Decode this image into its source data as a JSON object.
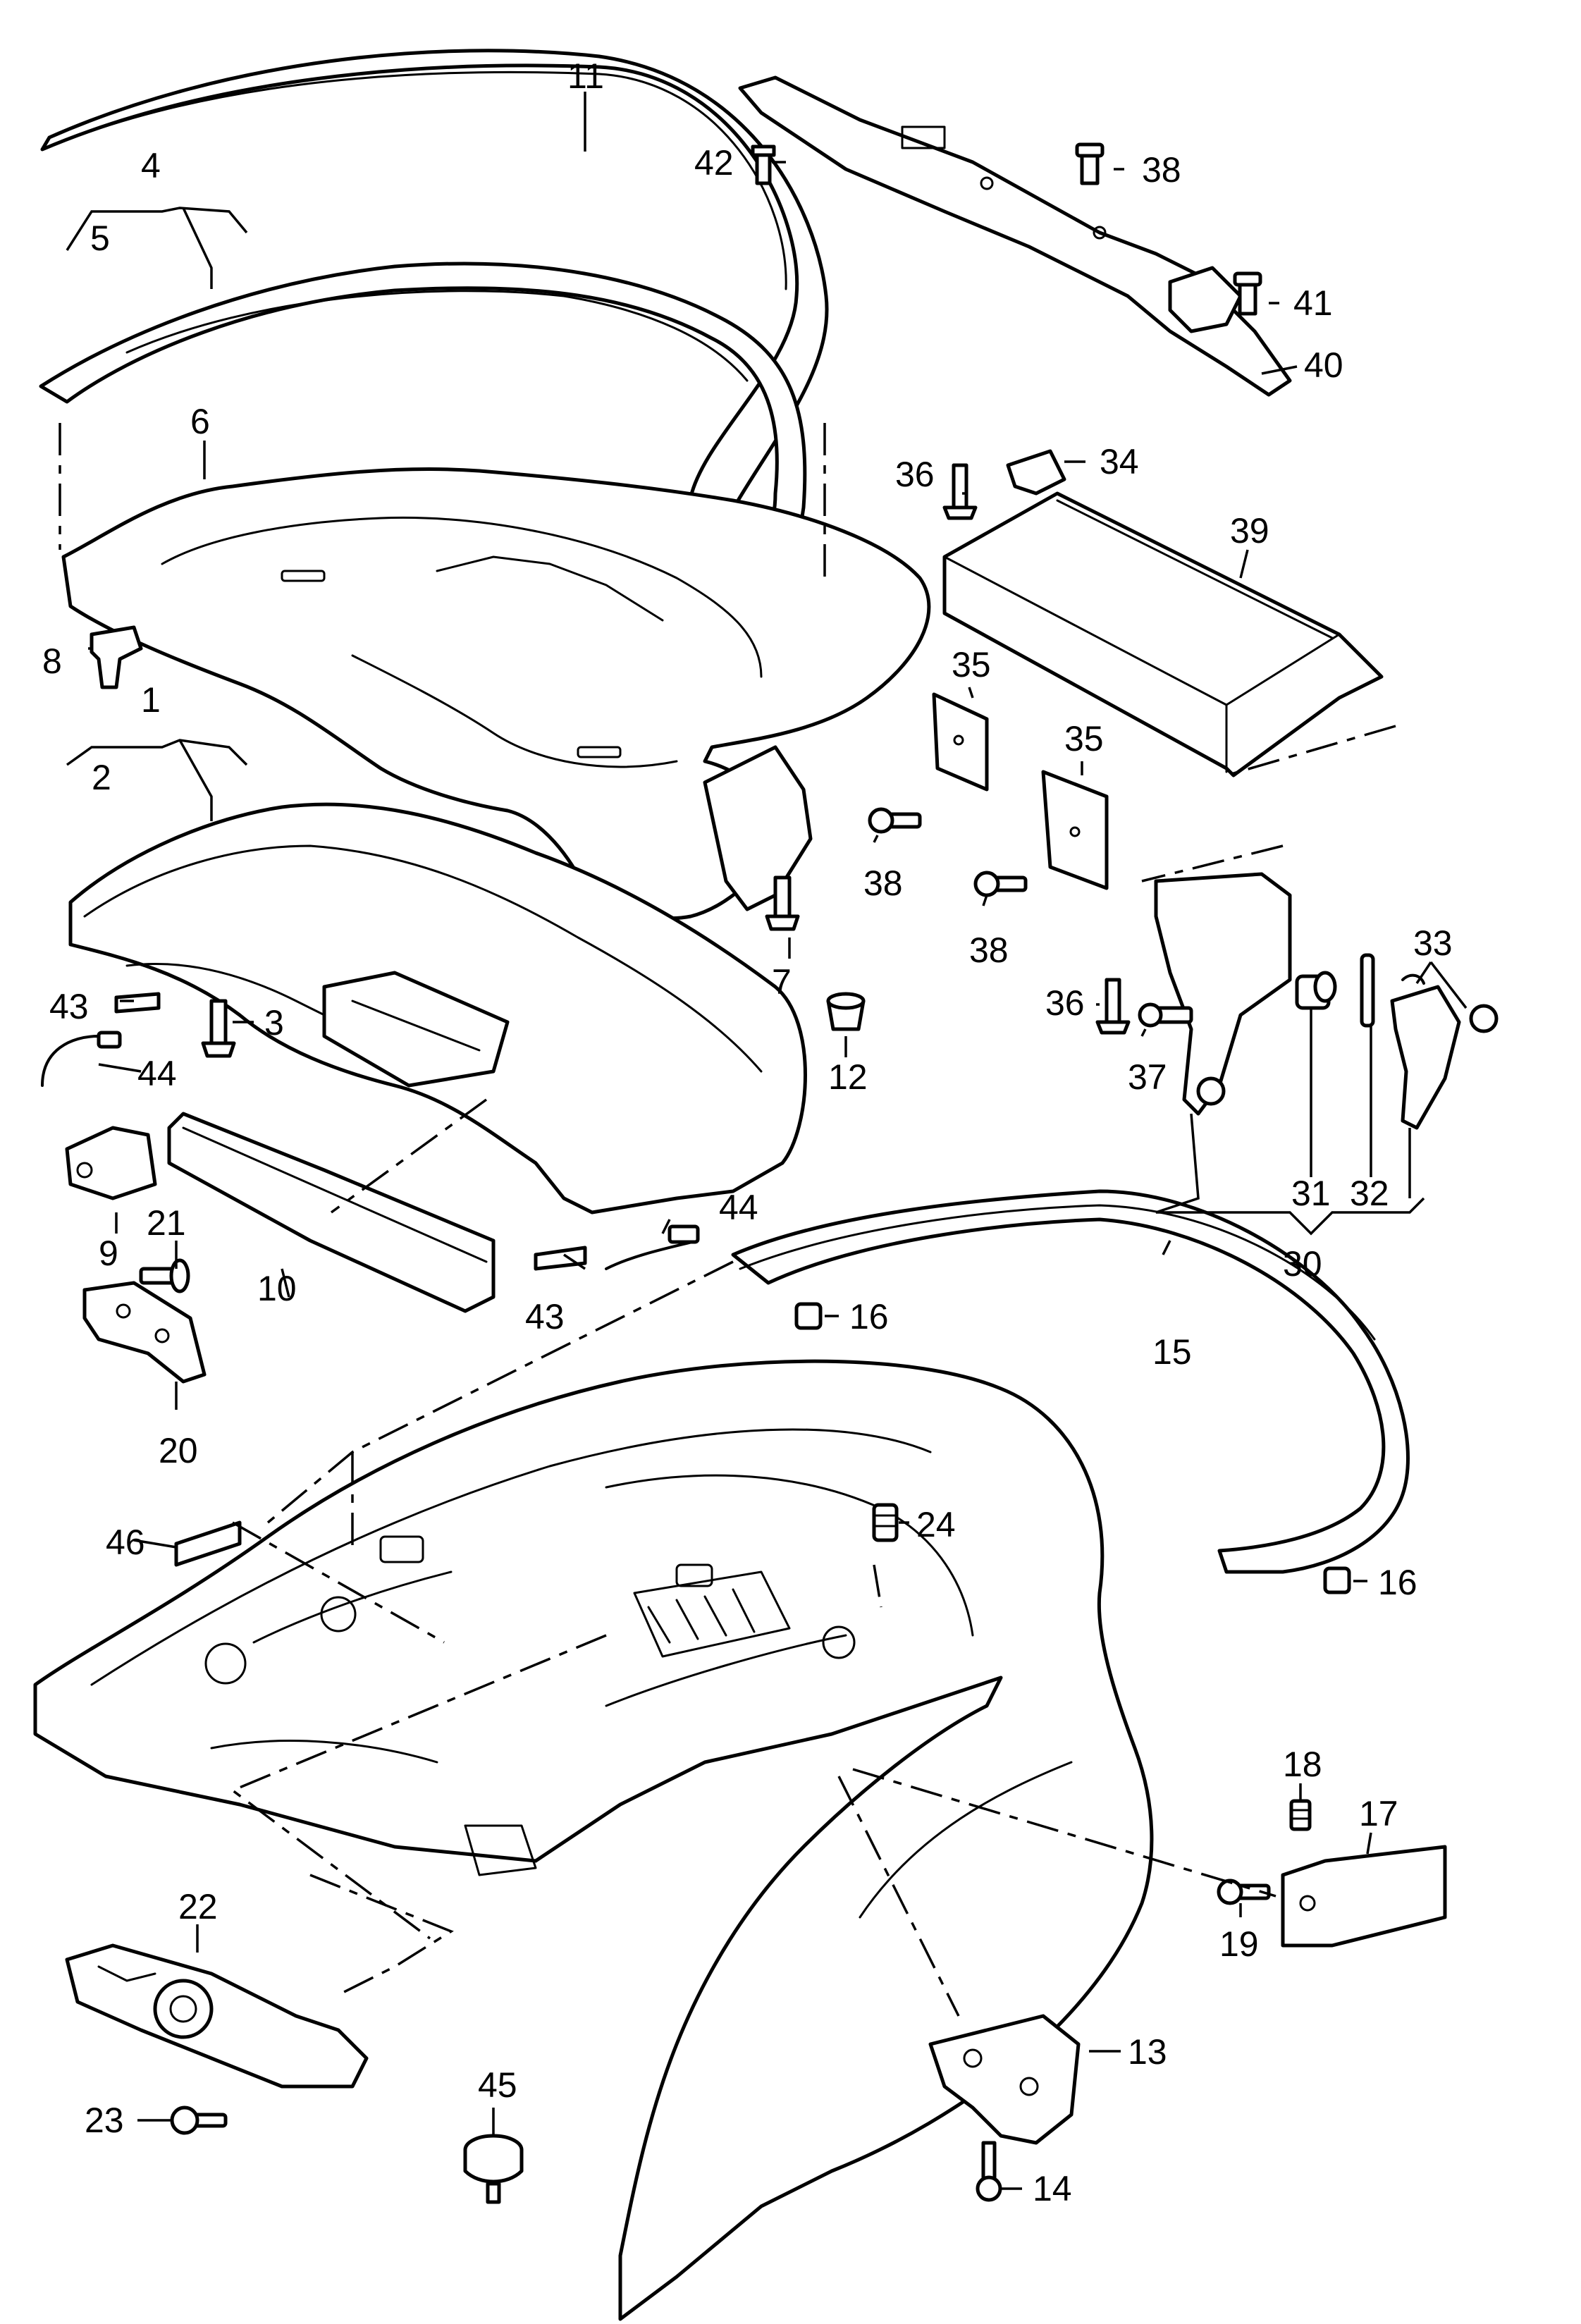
{
  "callouts": [
    {
      "id": "c1",
      "text": "1"
    },
    {
      "id": "c2",
      "text": "2"
    },
    {
      "id": "c3",
      "text": "3"
    },
    {
      "id": "c4",
      "text": "4"
    },
    {
      "id": "c5",
      "text": "5"
    },
    {
      "id": "c6",
      "text": "6"
    },
    {
      "id": "c7",
      "text": "7"
    },
    {
      "id": "c8",
      "text": "8"
    },
    {
      "id": "c9",
      "text": "9"
    },
    {
      "id": "c10",
      "text": "10"
    },
    {
      "id": "c11",
      "text": "11"
    },
    {
      "id": "c12",
      "text": "12"
    },
    {
      "id": "c13",
      "text": "13"
    },
    {
      "id": "c14",
      "text": "14"
    },
    {
      "id": "c15",
      "text": "15"
    },
    {
      "id": "c16a",
      "text": "16"
    },
    {
      "id": "c16b",
      "text": "16"
    },
    {
      "id": "c17",
      "text": "17"
    },
    {
      "id": "c18",
      "text": "18"
    },
    {
      "id": "c19",
      "text": "19"
    },
    {
      "id": "c20",
      "text": "20"
    },
    {
      "id": "c21",
      "text": "21"
    },
    {
      "id": "c22",
      "text": "22"
    },
    {
      "id": "c23",
      "text": "23"
    },
    {
      "id": "c24",
      "text": "24"
    },
    {
      "id": "c30",
      "text": "30"
    },
    {
      "id": "c31",
      "text": "31"
    },
    {
      "id": "c32",
      "text": "32"
    },
    {
      "id": "c33",
      "text": "33"
    },
    {
      "id": "c34",
      "text": "34"
    },
    {
      "id": "c35a",
      "text": "35"
    },
    {
      "id": "c35b",
      "text": "35"
    },
    {
      "id": "c36a",
      "text": "36"
    },
    {
      "id": "c36b",
      "text": "36"
    },
    {
      "id": "c37",
      "text": "37"
    },
    {
      "id": "c38a",
      "text": "38"
    },
    {
      "id": "c38b",
      "text": "38"
    },
    {
      "id": "c38c",
      "text": "38"
    },
    {
      "id": "c39",
      "text": "39"
    },
    {
      "id": "c40",
      "text": "40"
    },
    {
      "id": "c41",
      "text": "41"
    },
    {
      "id": "c42",
      "text": "42"
    },
    {
      "id": "c43a",
      "text": "43"
    },
    {
      "id": "c43b",
      "text": "43"
    },
    {
      "id": "c44a",
      "text": "44"
    },
    {
      "id": "c44b",
      "text": "44"
    },
    {
      "id": "c45",
      "text": "45"
    },
    {
      "id": "c46",
      "text": "46"
    }
  ]
}
